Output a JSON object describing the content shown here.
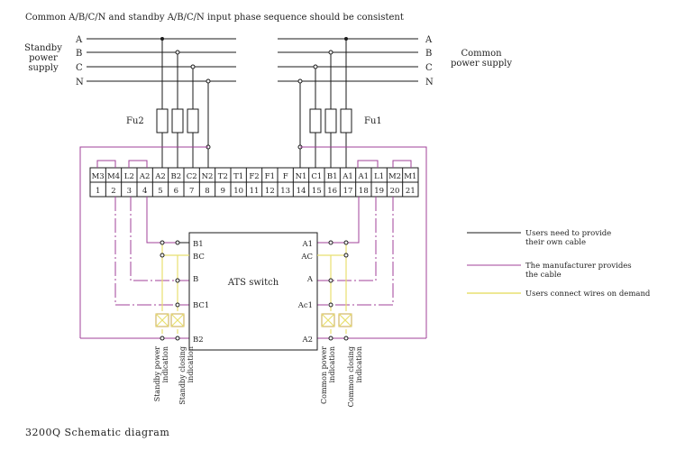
{
  "top_note": "Common A/B/C/N and standby A/B/C/N input phase sequence should be consistent",
  "standby": {
    "label_lines": [
      "Standby",
      "power",
      "supply"
    ],
    "phases": [
      "A",
      "B",
      "C",
      "N"
    ]
  },
  "common": {
    "label_lines": [
      "Common",
      "power supply"
    ],
    "phases": [
      "A",
      "B",
      "C",
      "N"
    ]
  },
  "fuses": {
    "left": "Fu2",
    "right": "Fu1"
  },
  "terminals": {
    "top_labels": [
      "M3",
      "M4",
      "L2",
      "A2",
      "A2",
      "B2",
      "C2",
      "N2",
      "T2",
      "T1",
      "F2",
      "F1",
      "F",
      "N1",
      "C1",
      "B1",
      "A1",
      "A1",
      "L1",
      "M2",
      "M1"
    ],
    "numbers": [
      "1",
      "2",
      "3",
      "4",
      "5",
      "6",
      "7",
      "8",
      "9",
      "10",
      "11",
      "12",
      "13",
      "14",
      "15",
      "16",
      "17",
      "18",
      "19",
      "20",
      "21"
    ]
  },
  "ats": {
    "title": "ATS switch",
    "left_pins": [
      "B1",
      "BC",
      "B",
      "BC1",
      "B2"
    ],
    "right_pins": [
      "A1",
      "AC",
      "A",
      "Ac1",
      "A2"
    ]
  },
  "indications": {
    "standby_power": [
      "Standby power",
      "indication"
    ],
    "standby_closing": [
      "Standby closing",
      "indication"
    ],
    "common_power": [
      "Common power",
      "indication"
    ],
    "common_closing": [
      "Common closing",
      "indication"
    ]
  },
  "legend": {
    "items": [
      {
        "lines": [
          "Users need to provide",
          "their own cable"
        ],
        "color": "#1a1a1a"
      },
      {
        "lines": [
          "The manufacturer provides",
          "the cable"
        ],
        "color": "#a0409a"
      },
      {
        "lines": [
          "Users connect wires on demand"
        ],
        "color": "#e8e070"
      }
    ]
  },
  "caption": "3200Q Schematic diagram",
  "colors": {
    "user_cable": "#1a1a1a",
    "manufacturer_cable": "#a0409a",
    "on_demand": "#e8e070"
  }
}
